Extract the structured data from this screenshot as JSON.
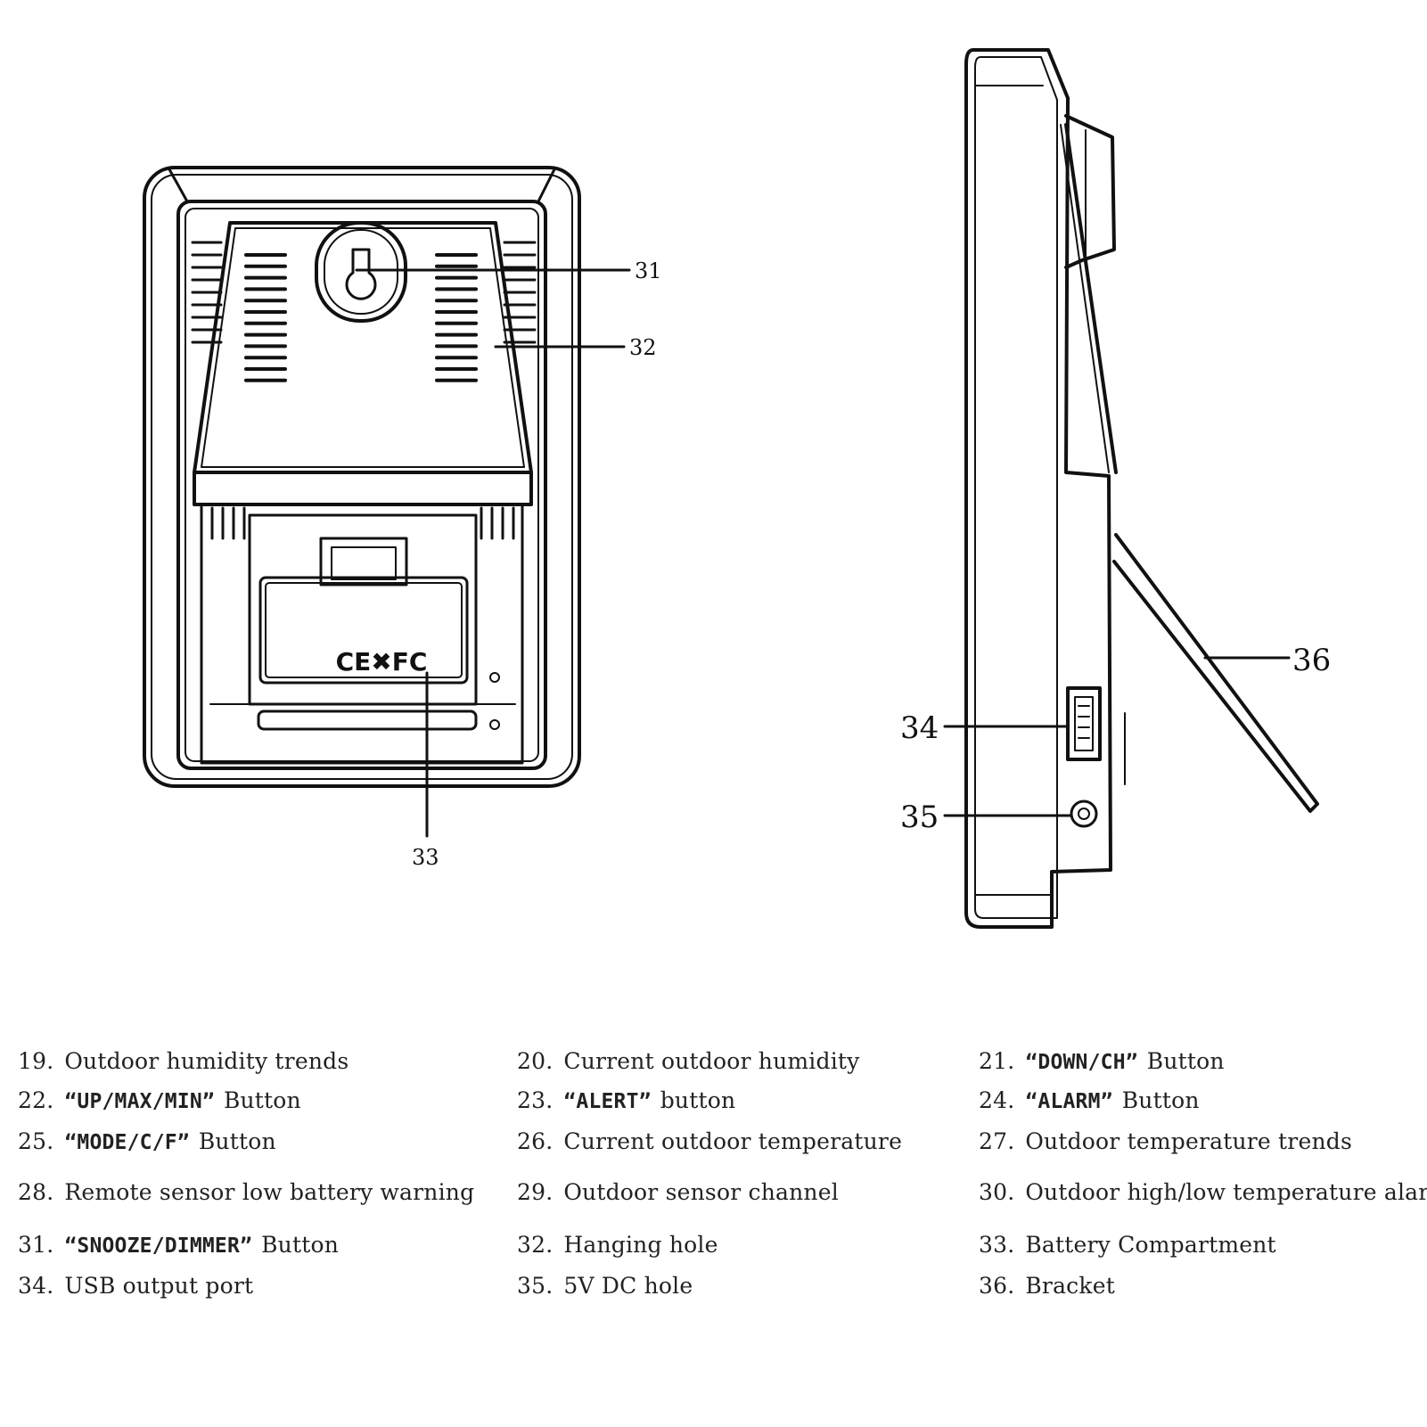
{
  "diagram": {
    "callouts": {
      "c31": "31",
      "c32": "32",
      "c33": "33",
      "c34": "34",
      "c35": "35",
      "c36": "36"
    },
    "cert_mark": "CE✖FC"
  },
  "legend": [
    {
      "num": "19.",
      "btn": "",
      "text": "Outdoor humidity trends"
    },
    {
      "num": "20.",
      "btn": "",
      "text": "Current outdoor  humidity"
    },
    {
      "num": "21.",
      "btn": "“DOWN/CH”",
      "text": "Button"
    },
    {
      "num": "22.",
      "btn": "“UP/MAX/MIN”",
      "text": "Button"
    },
    {
      "num": "23.",
      "btn": "“ALERT”",
      "text": "button"
    },
    {
      "num": "24.",
      "btn": "“ALARM”",
      "text": "Button"
    },
    {
      "num": "25.",
      "btn": "“MODE/C/F”",
      "text": "Button"
    },
    {
      "num": "26.",
      "btn": "",
      "text": "Current outdoor  temperature"
    },
    {
      "num": "27.",
      "btn": "",
      "text": "Outdoor  temperature  trends"
    },
    {
      "num": "28.",
      "btn": "",
      "text": "Remote sensor low battery warning"
    },
    {
      "num": "29.",
      "btn": "",
      "text": "Outdoor sensor channel"
    },
    {
      "num": "30.",
      "btn": "",
      "text": "Outdoor  high/low temperature  alarm"
    },
    {
      "num": "31.",
      "btn": "“SNOOZE/DIMMER”",
      "text": "Button"
    },
    {
      "num": "32.",
      "btn": "",
      "text": "Hanging hole"
    },
    {
      "num": "33.",
      "btn": "",
      "text": "Battery  Compartment"
    },
    {
      "num": "34.",
      "btn": "",
      "text": "USB output port"
    },
    {
      "num": "35.",
      "btn": "",
      "text": "5V DC hole"
    },
    {
      "num": "36.",
      "btn": "",
      "text": "Bracket"
    }
  ]
}
